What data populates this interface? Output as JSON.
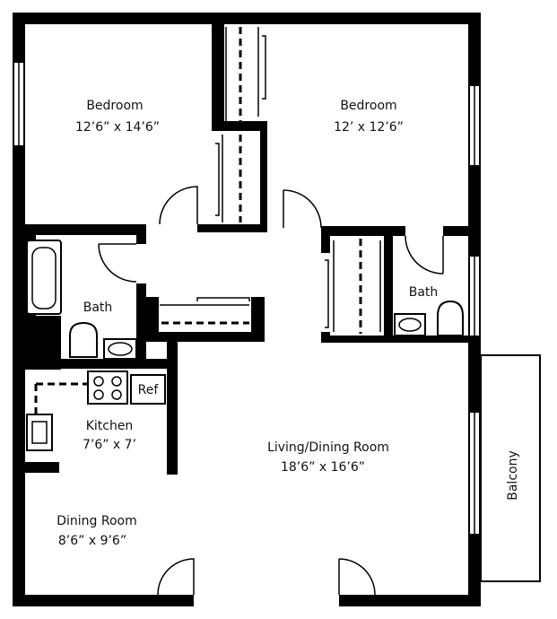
{
  "rooms": {
    "bedroom_left": {
      "name": "Bedroom",
      "size": "12’6” x 14’6”"
    },
    "bedroom_right": {
      "name": "Bedroom",
      "size": "12’ x 12’6”"
    },
    "bath_left": {
      "name": "Bath"
    },
    "bath_right": {
      "name": "Bath"
    },
    "kitchen": {
      "name": "Kitchen",
      "size": "7’6” x 7’"
    },
    "living": {
      "name": "Living/Dining Room",
      "size": "18’6” x 16’6”"
    },
    "dining": {
      "name": "Dining Room",
      "size": "8’6” x 9’6”"
    },
    "balcony": {
      "name": "Balcony"
    }
  },
  "appliances": {
    "fridge": "Ref"
  }
}
